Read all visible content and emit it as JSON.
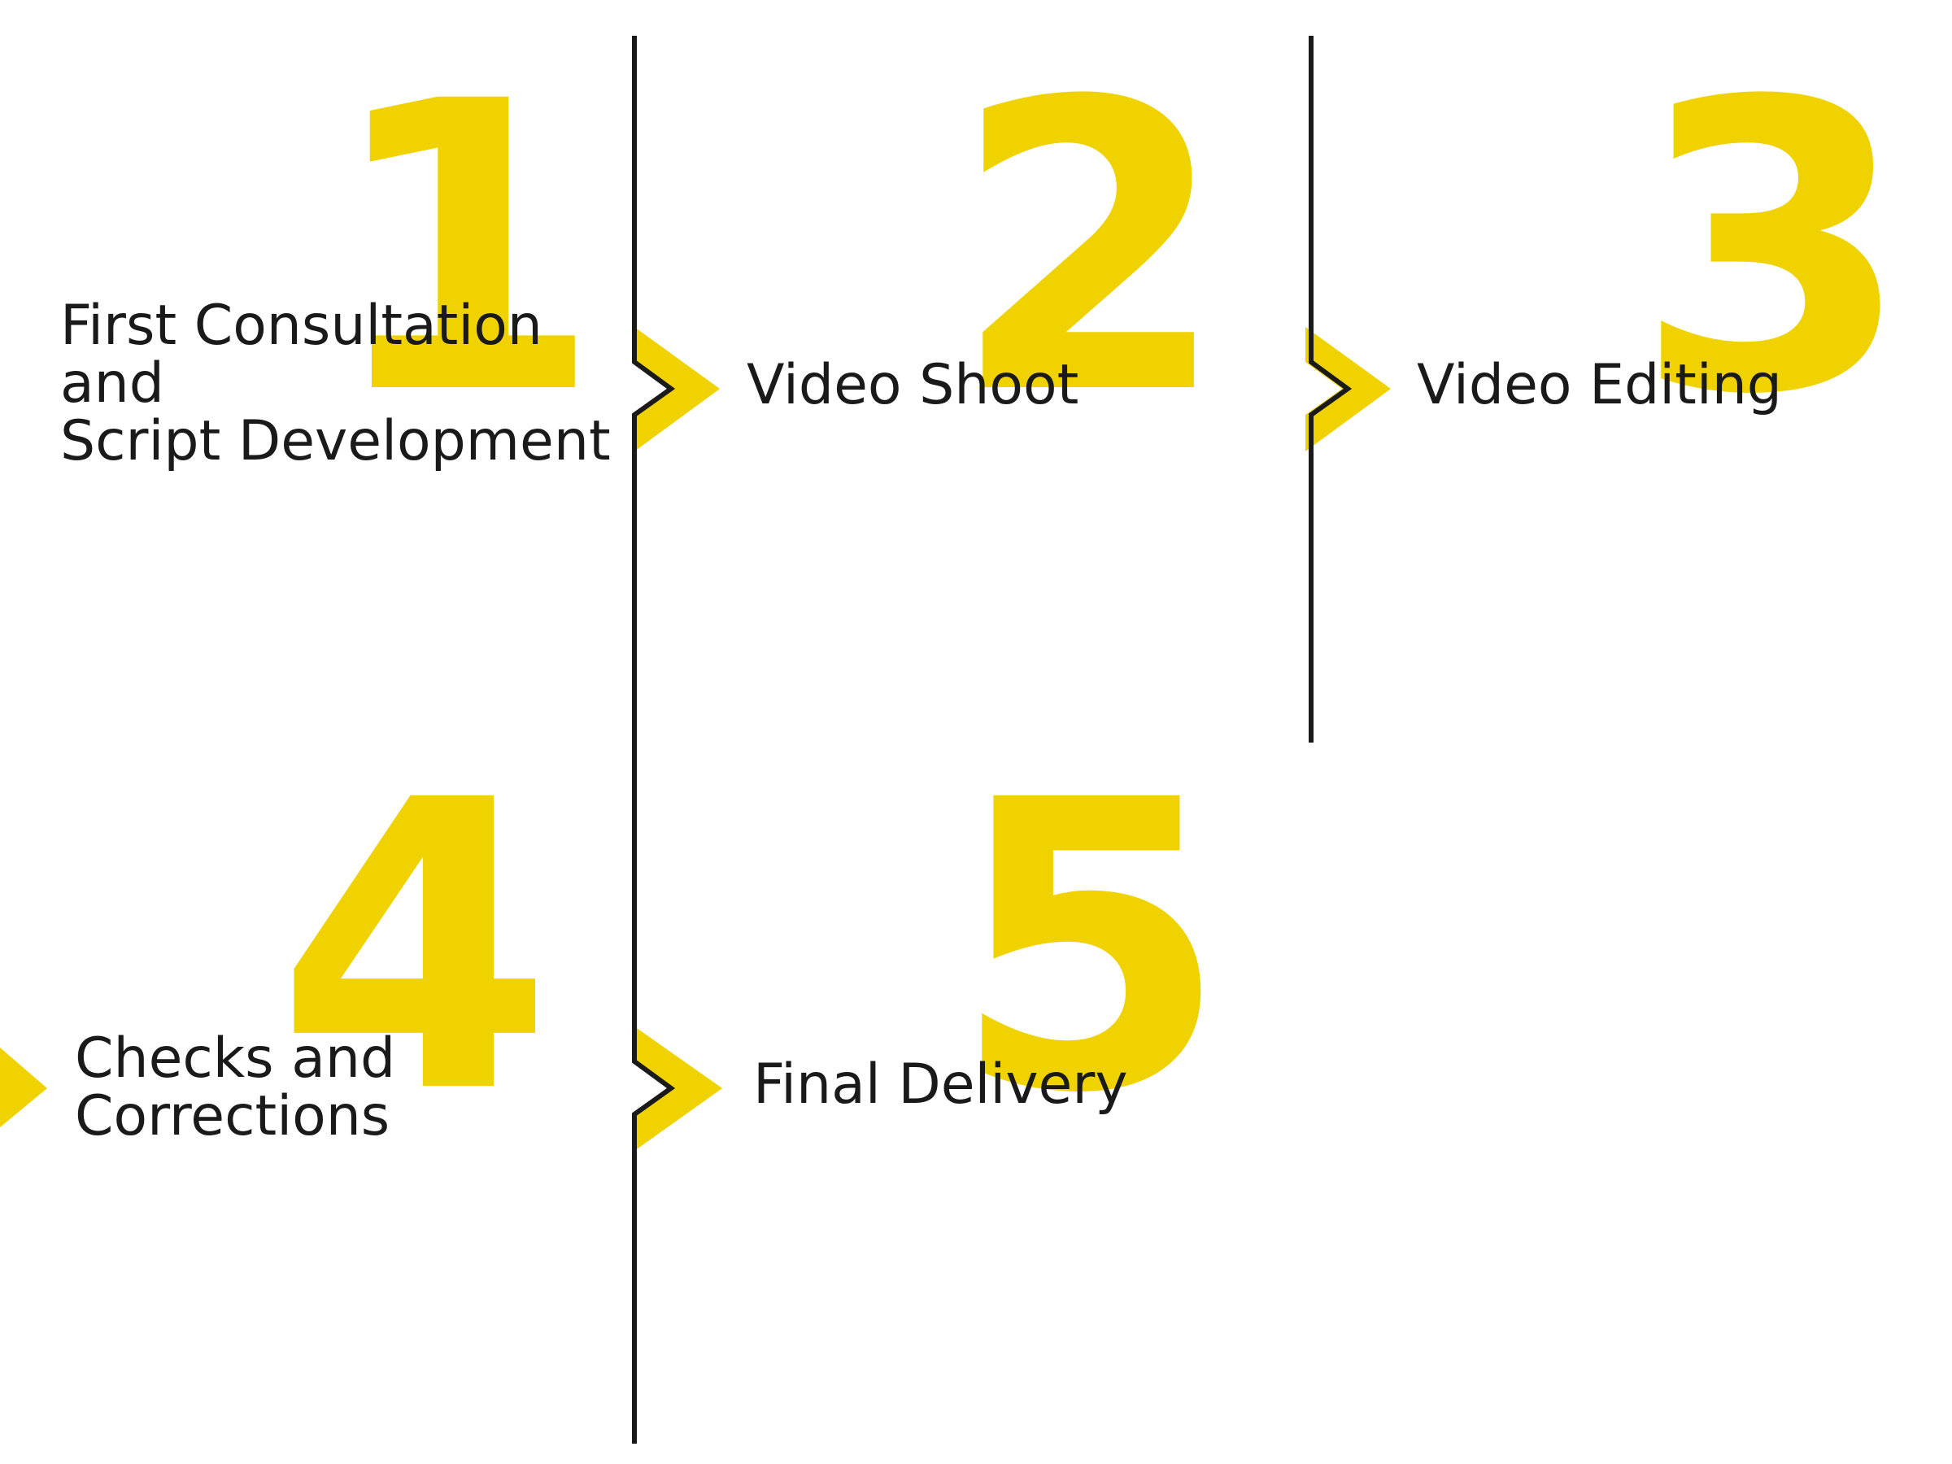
{
  "colors": {
    "accent": "#F0D200",
    "line": "#1a1a1a",
    "text": "#1a1a1a",
    "background": "#ffffff"
  },
  "steps": [
    {
      "number": "1",
      "lines": [
        "First Consultation",
        "and",
        "Script Development"
      ]
    },
    {
      "number": "2",
      "lines": [
        "Video Shoot"
      ]
    },
    {
      "number": "3",
      "lines": [
        "Video Editing"
      ]
    },
    {
      "number": "4",
      "lines": [
        "Checks and",
        "Corrections"
      ]
    },
    {
      "number": "5",
      "lines": [
        "Final Delivery"
      ]
    }
  ]
}
